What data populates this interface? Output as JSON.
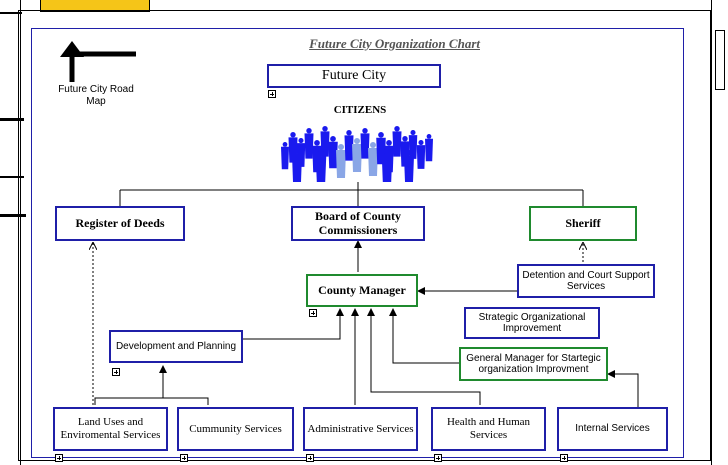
{
  "title": "Future City Organization Chart",
  "road_map_label": "Future City Road Map",
  "nodes": {
    "future_city": "Future City",
    "citizens": "CITIZENS",
    "register_of_deeds": "Register of Deeds",
    "board": "Board of County Commissioners",
    "sheriff": "Sheriff",
    "detention": "Detention and Court Support Services",
    "county_manager": "County Manager",
    "strategic_improvement": "Strategic Organizational Improvement",
    "development_planning": "Development and Planning",
    "general_manager": "General Manager for Startegic organization Improvment",
    "land_uses": "Land Uses and Enviromental Services",
    "community_services": "Cummunity Services",
    "administrative_services": "Administrative Services",
    "health_human": "Health and Human Services",
    "internal_services": "Internal Services"
  },
  "colors": {
    "blue_border": "#1f1fa8",
    "green_border": "#1f8a2e",
    "citizen_blue": "#1a1aee",
    "citizen_light": "#8aa6e6"
  },
  "icons": [
    "road-map-arrow-icon",
    "citizens-crowd-icon",
    "expand-icon"
  ]
}
